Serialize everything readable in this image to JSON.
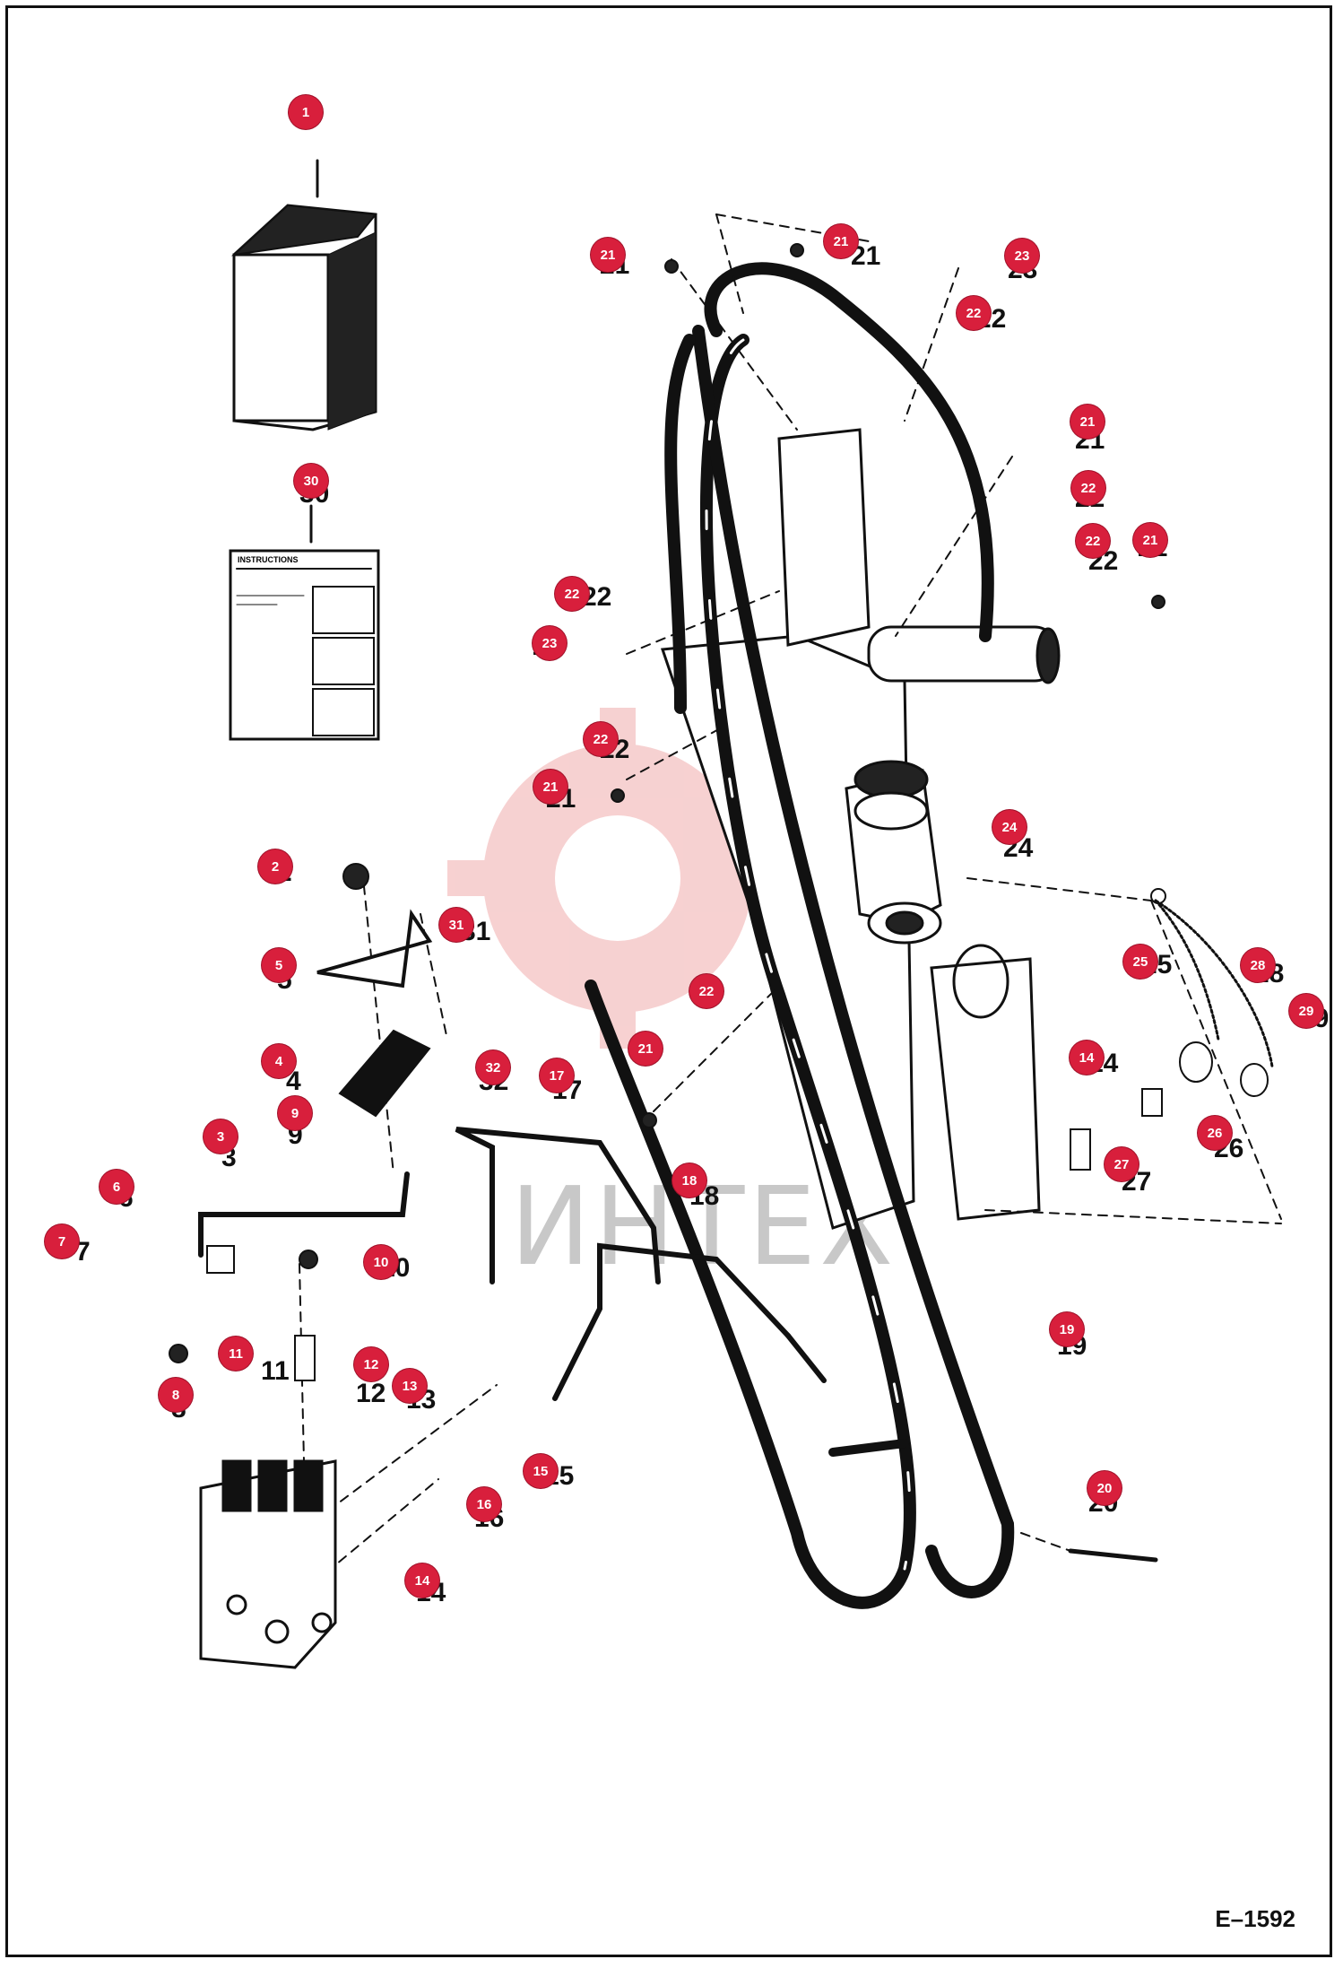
{
  "watermark": {
    "text": "ИНТЕХ",
    "color": "#e03030"
  },
  "reference": "E–1592",
  "accent_color": "#d81f3c",
  "document": {
    "title": "INSTRUCTIONS"
  },
  "callouts": [
    "1",
    "2",
    "3",
    "4",
    "5",
    "6",
    "7",
    "8",
    "9",
    "10",
    "11",
    "12",
    "13",
    "14",
    "14",
    "15",
    "16",
    "17",
    "18",
    "19",
    "20",
    "21",
    "21",
    "21",
    "21",
    "21",
    "21",
    "22",
    "22",
    "22",
    "22",
    "22",
    "22",
    "23",
    "23",
    "24",
    "25",
    "26",
    "27",
    "28",
    "29",
    "30",
    "31",
    "32"
  ],
  "part_numbers": [
    "21",
    "21",
    "23",
    "22",
    "21",
    "22",
    "22",
    "21",
    "22",
    "23",
    "22",
    "21",
    "24",
    "31",
    "5",
    "4",
    "32",
    "17",
    "9",
    "3",
    "6",
    "18",
    "7",
    "10",
    "19",
    "11",
    "12",
    "13",
    "8",
    "15",
    "16",
    "14",
    "20",
    "25",
    "14",
    "28",
    "29",
    "26",
    "27",
    "30",
    "2"
  ]
}
